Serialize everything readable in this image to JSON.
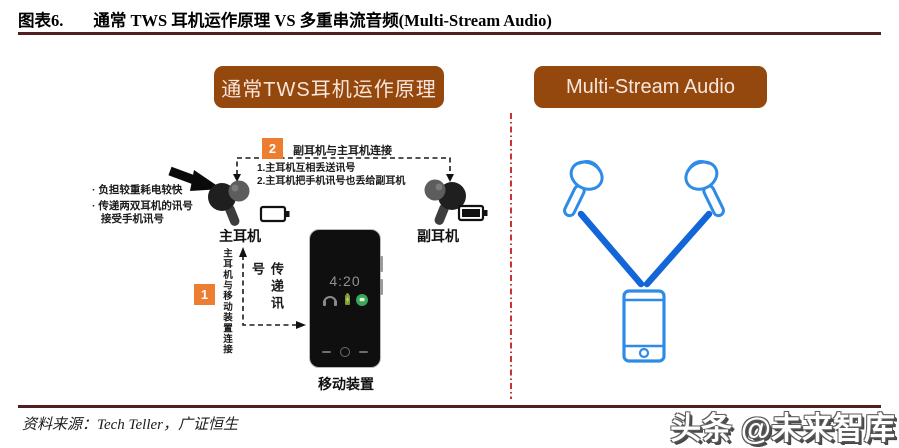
{
  "figure": {
    "label": "图表6.",
    "title": "通常 TWS 耳机运作原理 VS 多重串流音频(Multi-Stream Audio)"
  },
  "left_panel": {
    "header": "通常TWS耳机运作原理",
    "step2": {
      "number": "2",
      "label": "副耳机与主耳机连接"
    },
    "notes": [
      "1.主耳机互相丢送讯号",
      "2.主耳机把手机讯号也丢给副耳机"
    ],
    "bullets": [
      "· 负担较重耗电较快",
      "· 传递两双耳机的讯号接受手机讯号"
    ],
    "main_earbud_label": "主耳机",
    "sub_earbud_label": "副耳机",
    "step1": {
      "number": "1",
      "label": "主耳机与移动装置连接"
    },
    "signal_label": "传递讯号",
    "phone": {
      "time": "4:20",
      "label": "移动装置"
    }
  },
  "right_panel": {
    "header": "Multi-Stream Audio"
  },
  "footer": {
    "source": "资料来源：Tech Teller，广证恒生",
    "watermark": "头条 @未来智库"
  },
  "icons": {
    "main-earbud-icon": "dark in-ear earbud",
    "sub-earbud-icon": "dark in-ear earbud mirrored",
    "battery-low-icon": "empty battery outline",
    "battery-full-icon": "filled black battery",
    "arrow-icon": "solid black pointer arrow",
    "headphone-icon": "gray headphones status glyph",
    "battery-charging-icon": "small green/yellow battery",
    "chat-icon": "green round message dot",
    "left-earbud-icon": "blue outlined earbud",
    "right-earbud-icon": "blue outlined earbud",
    "smartphone-icon": "blue outlined smartphone"
  },
  "colors": {
    "header_brown": "#94480E",
    "step_orange": "#ED7D31",
    "divider_red": "#C00000",
    "rule_maroon": "#511F1F",
    "stream_blue": "#2E8BE8",
    "stream_blue_bold": "#1266D8"
  }
}
